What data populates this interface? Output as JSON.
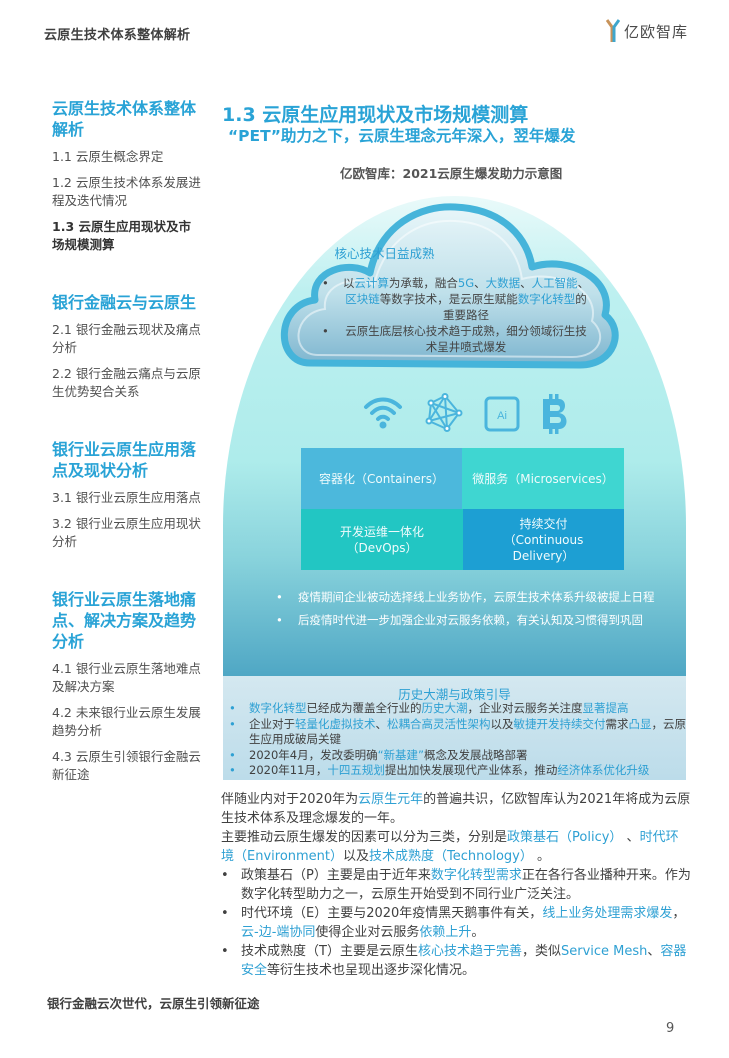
{
  "header": {
    "title": "云原生技术体系整体解析",
    "logo_text": "亿欧智库",
    "logo_icon": "yiou-logo-icon"
  },
  "sidebar": {
    "sections": [
      {
        "title": "云原生技术体系整体解析",
        "items": [
          {
            "label": "1.1 云原生概念界定",
            "active": false
          },
          {
            "label": "1.2 云原生技术体系发展进程及迭代情况",
            "active": false
          },
          {
            "label": "1.3 云原生应用现状及市场规模测算",
            "active": true
          }
        ]
      },
      {
        "title": "银行金融云与云原生",
        "items": [
          {
            "label": "2.1 银行金融云现状及痛点分析",
            "active": false
          },
          {
            "label": "2.2 银行金融云痛点与云原生优势契合关系",
            "active": false
          }
        ]
      },
      {
        "title": "银行业云原生应用落点及现状分析",
        "items": [
          {
            "label": "3.1 银行业云原生应用落点",
            "active": false
          },
          {
            "label": "3.2 银行业云原生应用现状分析",
            "active": false
          }
        ]
      },
      {
        "title": "银行业云原生落地痛点、解决方案及趋势分析",
        "items": [
          {
            "label": "4.1 银行业云原生落地难点及解决方案",
            "active": false
          },
          {
            "label": "4.2 未来银行业云原生发展趋势分析",
            "active": false
          },
          {
            "label": "4.3 云原生引领银行金融云新征途",
            "active": false
          }
        ]
      }
    ]
  },
  "main": {
    "heading": "1.3 云原生应用现状及市场规模测算",
    "subheading": "“PET”助力之下，云原生理念元年深入，翌年爆发",
    "figure_title": "亿欧智库：2021云原生爆发助力示意图",
    "cloud": {
      "title": "核心技术日益成熟",
      "bullets": [
        [
          {
            "t": "以",
            "h": false
          },
          {
            "t": "云计算",
            "h": true
          },
          {
            "t": "为承载，融合",
            "h": false
          },
          {
            "t": "5G",
            "h": true
          },
          {
            "t": "、",
            "h": false
          },
          {
            "t": "大数据",
            "h": true
          },
          {
            "t": "、",
            "h": false
          },
          {
            "t": "人工智能",
            "h": true
          },
          {
            "t": "、",
            "h": false
          },
          {
            "t": "区块链",
            "h": true
          },
          {
            "t": "等数字技术，是云原生赋能",
            "h": false
          },
          {
            "t": "数字化转型",
            "h": true
          },
          {
            "t": "的重要路径",
            "h": false
          }
        ],
        [
          {
            "t": "云原生底层核心技术趋于成熟，细分领域衍生技术呈井喷式爆发",
            "h": false
          }
        ]
      ]
    },
    "icons": [
      "wifi-5g-icon",
      "big-data-network-icon",
      "ai-chip-icon",
      "bitcoin-blockchain-icon"
    ],
    "ai_icon_label": "Ai",
    "grid": [
      {
        "label": "容器化（Containers）",
        "color": "#4cb8dc"
      },
      {
        "label": "微服务（Microservices）",
        "color": "#3fd6d1"
      },
      {
        "label": "开发运维一体化（DevOps）",
        "color": "#22c6c3"
      },
      {
        "label": "持续交付（Continuous Delivery）",
        "color": "#1d9fd3"
      }
    ],
    "era_bullets": [
      "疫情期间企业被动选择线上业务协作，云原生技术体系升级被提上日程",
      "后疫情时代进一步加强企业对云服务依赖，有关认知及习惯得到巩固"
    ],
    "policy": {
      "title": "历史大潮与政策引导",
      "bullets": [
        [
          {
            "t": "数字化转型",
            "h": true
          },
          {
            "t": "已经成为覆盖全行业的",
            "h": false
          },
          {
            "t": "历史大潮",
            "h": true
          },
          {
            "t": "，企业对云服务关注度",
            "h": false
          },
          {
            "t": "显著提高",
            "h": true
          }
        ],
        [
          {
            "t": "企业对于",
            "h": false
          },
          {
            "t": "轻量化虚拟技术",
            "h": true
          },
          {
            "t": "、",
            "h": false
          },
          {
            "t": "松耦合高灵活性架构",
            "h": true
          },
          {
            "t": "以及",
            "h": false
          },
          {
            "t": "敏捷开发持续交付",
            "h": true
          },
          {
            "t": "需求",
            "h": false
          },
          {
            "t": "凸显",
            "h": true
          },
          {
            "t": "，云原生应用成破局关键",
            "h": false
          }
        ],
        [
          {
            "t": "2020年4月，发改委明确",
            "h": false
          },
          {
            "t": "“新基建”",
            "h": true
          },
          {
            "t": "概念及发展战略部署",
            "h": false
          }
        ],
        [
          {
            "t": "2020年11月，",
            "h": false
          },
          {
            "t": "十四五规划",
            "h": true
          },
          {
            "t": "提出加快发展现代产业体系，推动",
            "h": false
          },
          {
            "t": "经济体系优化升级",
            "h": true
          }
        ]
      ]
    },
    "body": {
      "paragraphs": [
        [
          {
            "t": "伴随业内对于2020年为",
            "h": false
          },
          {
            "t": "云原生元年",
            "h": true
          },
          {
            "t": "的普遍共识，亿欧智库认为2021年将成为云原生技术体系及理念爆发的一年。",
            "h": false
          }
        ],
        [
          {
            "t": "主要推动云原生爆发的因素可以分为三类，分别是",
            "h": false
          },
          {
            "t": "政策基石（Policy）",
            "h": true
          },
          {
            "t": " 、",
            "h": false
          },
          {
            "t": "时代环境（Environment）",
            "h": true
          },
          {
            "t": "以及",
            "h": false
          },
          {
            "t": "技术成熟度（Technology）",
            "h": true
          },
          {
            "t": " 。",
            "h": false
          }
        ]
      ],
      "bullets": [
        [
          {
            "t": "政策基石（P）主要是由于近年来",
            "h": false
          },
          {
            "t": "数字化转型需求",
            "h": true
          },
          {
            "t": "正在各行各业播种开来。作为数字化转型助力之一，云原生开始受到不同行业广泛关注。",
            "h": false
          }
        ],
        [
          {
            "t": "时代环境（E）主要与2020年疫情黑天鹅事件有关，",
            "h": false
          },
          {
            "t": "线上业务处理需求爆发",
            "h": true
          },
          {
            "t": "，",
            "h": false
          },
          {
            "t": "云-边-端协同",
            "h": true
          },
          {
            "t": "使得企业对云服务",
            "h": false
          },
          {
            "t": "依赖上升",
            "h": true
          },
          {
            "t": "。",
            "h": false
          }
        ],
        [
          {
            "t": "技术成熟度（T）主要是云原生",
            "h": false
          },
          {
            "t": "核心技术趋于完善",
            "h": true
          },
          {
            "t": "，类似",
            "h": false
          },
          {
            "t": "Service Mesh",
            "h": true
          },
          {
            "t": "、",
            "h": false
          },
          {
            "t": "容器安全",
            "h": true
          },
          {
            "t": "等衍生技术也呈现出逐步深化情况。",
            "h": false
          }
        ]
      ]
    }
  },
  "footer": {
    "title": "银行金融云次世代，云原生引领新征途",
    "page_number": "9"
  },
  "colors": {
    "accent": "#29a3d6",
    "text": "#404040"
  }
}
